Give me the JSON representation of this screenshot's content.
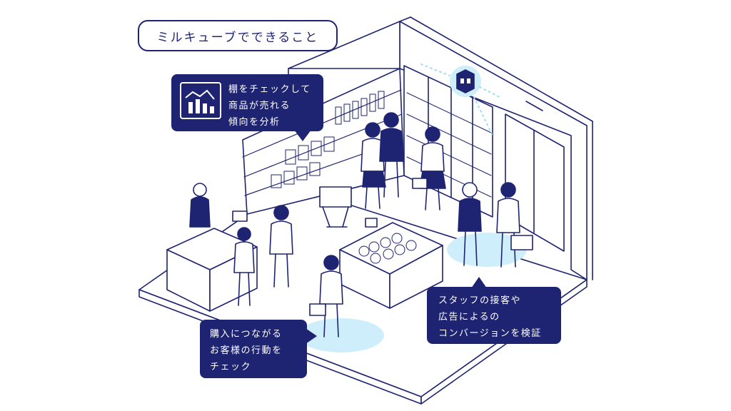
{
  "title": "ミルキューブでできること",
  "callouts": {
    "shelf": {
      "lines": [
        "棚をチェックして",
        "商品が売れる",
        "傾向を分析"
      ],
      "icon": "bar-chart-trend-icon"
    },
    "staff": {
      "lines": [
        "スタッフの接客や",
        "広告によるの",
        "コンバージョンを検証"
      ]
    },
    "customer": {
      "lines": [
        "購入につながる",
        "お客様の行動を",
        "チェック"
      ]
    }
  },
  "scene": {
    "device_icon": "milcube-camera-icon"
  },
  "colors": {
    "navy": "#1e2372",
    "line": "#1e2372",
    "highlight": "#cdeefa",
    "fill_light": "#ffffff"
  }
}
